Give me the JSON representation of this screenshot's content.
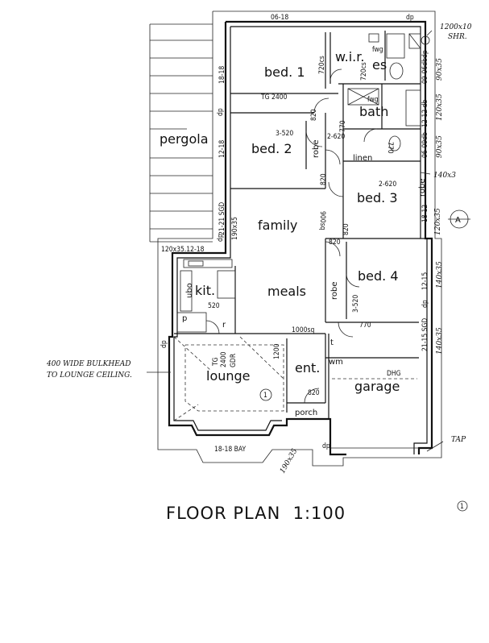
{
  "title": "FLOOR PLAN  1:100",
  "sheet_number": "1",
  "rooms": {
    "bed1": "bed. 1",
    "bed2": "bed. 2",
    "bed3": "bed. 3",
    "bed4": "bed. 4",
    "wir": "w.i.r.",
    "es": "es",
    "bath": "bath",
    "linen": "linen",
    "family": "family",
    "meals": "meals",
    "kit": "kit.",
    "lounge": "lounge",
    "ent": "ent.",
    "garage": "garage",
    "porch": "porch",
    "pergola": "pergola",
    "robe": "robe",
    "wm": "wm",
    "t": "t",
    "p": "p",
    "r": "r",
    "ubo": "ubo"
  },
  "dimensions": {
    "top_window": "06-18",
    "bed1_window": "18-18",
    "bed2_window": "12-18",
    "family_door": "21-21 SGD",
    "family_lintel": "190x35",
    "kit_window": "120x35.12-18",
    "tg_2400": "TG 2400",
    "bed2_door": "3-520",
    "robe_820a": "820",
    "door_2620": "2-620",
    "door_770a": "770",
    "wir_720cs": "720cs",
    "wir_720cs2": "720cs",
    "fwg1": "fwg",
    "fwg2": "fwg",
    "bed3_door": "2-620",
    "family_900sq": "900sq",
    "bed3_820": "820",
    "family_820": "820",
    "linen_770": "770",
    "door_820b": "820",
    "bed4_door": "3-520",
    "bed4_770": "770",
    "kit_520": "520",
    "bulkhead_1000": "1000sq",
    "lounge_tg": "TG\n2400",
    "lounge_gdr": "GDR",
    "ent_1200": "1200",
    "porch_820": "820",
    "garage_dhg": "DHG",
    "bay": "18-18 BAY",
    "right_0906": "09-06db",
    "right_1212": "12-12 db",
    "right_0609": "06-09db",
    "right_1812": "18-12",
    "right_1215": "12-15",
    "right_2115": "21-15 SGD",
    "right_9035a": "90x35",
    "right_12035": "120x35",
    "right_9035b": "90x35",
    "right_12035b": "120x35",
    "right_14035": "140x35",
    "right_14035b": "140x35",
    "right_140": "140x3",
    "shr": "1200x10\nSHR.",
    "dp1": "dp",
    "dp2": "dp",
    "dp3": "dp",
    "dp4": "dp",
    "dp5": "dp",
    "dp6": "dp",
    "dp7": "dp",
    "lintel_190": "190x35",
    "section_marker": "A",
    "circle1": "1",
    "circle2": "1"
  },
  "notes": {
    "bulkhead_1": "400 WIDE BULKHEAD",
    "bulkhead_2": "TO LOUNGE CEILING.",
    "tap": "TAP"
  }
}
